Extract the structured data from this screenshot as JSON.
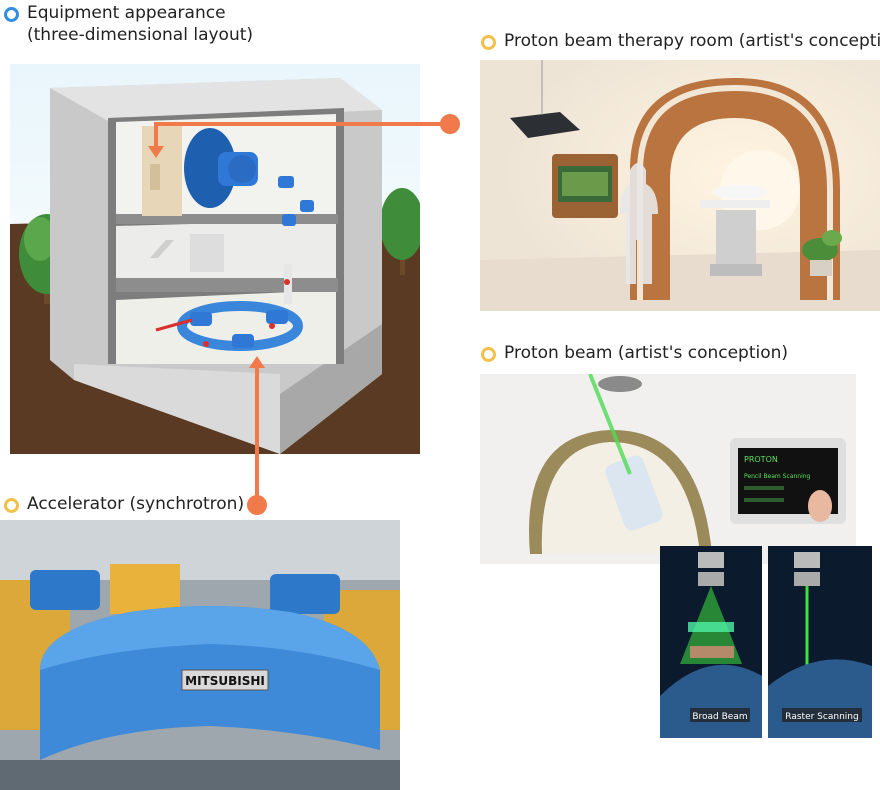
{
  "captions": {
    "equipment_line1": "Equipment appearance",
    "equipment_line2": "(three-dimensional layout)",
    "therapy_room": "Proton beam therapy room (artist's conception)",
    "proton_beam": "Proton beam (artist's conception)",
    "accelerator": "Accelerator (synchrotron)"
  },
  "labels": {
    "mitsubishi": "MITSUBISHI",
    "broad_beam": "Broad Beam",
    "raster_scanning": "Raster Scanning",
    "screen_title": "PROTON",
    "screen_option1": "Pencil Beam Scanning"
  },
  "colors": {
    "connector": "#f07a4a",
    "dot_blue": "#2f8fe0",
    "dot_yellow": "#f2c14b"
  }
}
